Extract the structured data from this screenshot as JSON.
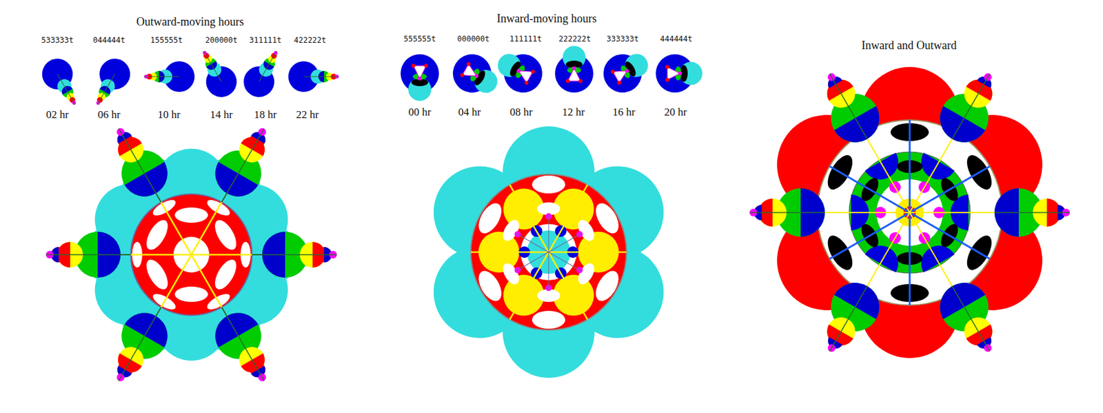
{
  "diagram": {
    "labels": [
      "Outward-moving hours",
      "533333t",
      "044444t",
      "155555t",
      "200000t",
      "311111t",
      "422222t",
      "02 hr",
      "06 hr",
      "10 hr",
      "14 hr",
      "18 hr",
      "22 hr",
      "Inward-moving hours",
      "555555t",
      "000000t",
      "111111t",
      "222222t",
      "333333t",
      "444444t",
      "00 hr",
      "04 hr",
      "08 hr",
      "12 hr",
      "16 hr",
      "20 hr",
      "Inward and Outward"
    ]
  }
}
